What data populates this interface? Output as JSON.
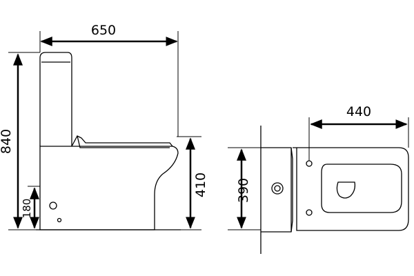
{
  "drawing": {
    "dimensions": {
      "overall_depth": "650",
      "overall_height": "840",
      "outlet_height": "180",
      "seat_height": "410",
      "tank_depth": "390",
      "overall_width": "440"
    },
    "colors": {
      "line": "#000000",
      "background": "#ffffff"
    }
  }
}
